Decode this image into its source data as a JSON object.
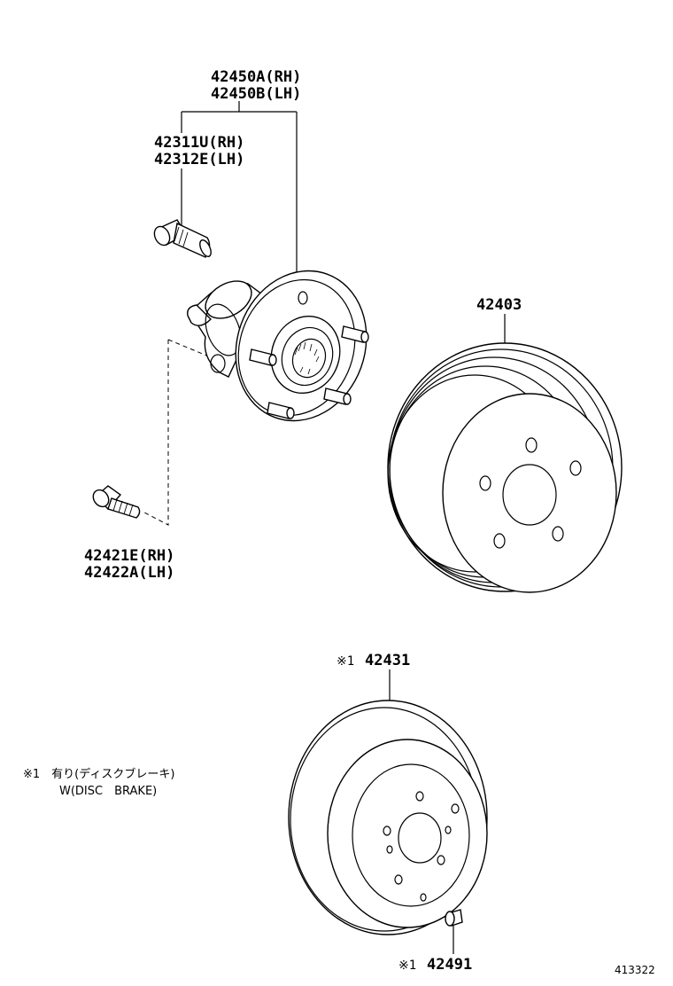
{
  "callouts": {
    "hub_assembly_rh": "42450A(RH)",
    "hub_assembly_lh": "42450B(LH)",
    "hub_bolt_rh": "42311U(RH)",
    "hub_bolt_lh": "42312E(LH)",
    "mount_bolt_rh": "42421E(RH)",
    "mount_bolt_lh": "42422A(LH)",
    "brake_drum": "42403",
    "disc_mark": "※1",
    "brake_disc": "42431",
    "plug_mark": "※1",
    "plug": "42491"
  },
  "footnote": {
    "line1": "※1　有り(ディスクブレーキ)",
    "line2": "W(DISC　BRAKE)"
  },
  "diagram_id": "413322"
}
